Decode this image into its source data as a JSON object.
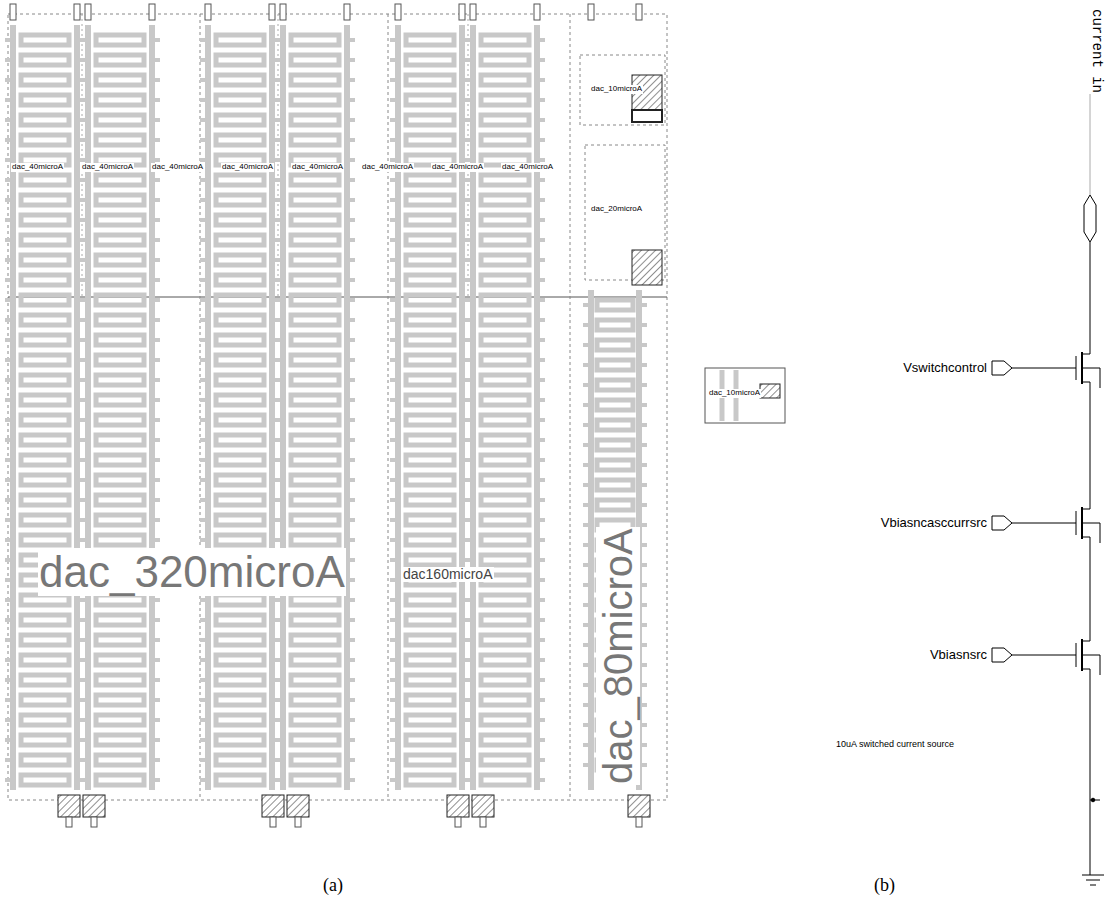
{
  "diagram": {
    "caption": "",
    "labels": [
      "dac_40microA",
      "dac_40microA",
      "dac_40microA",
      "dac_40microA",
      "dac_40microA",
      "dac_40microA",
      "dac_40microA",
      "dac_40microA",
      "dac_10microA",
      "dac_20microA",
      "dac_320microA",
      "dac160microA",
      "dac_80microA",
      "dac_10microA",
      "current in",
      "Vswitchcontrol",
      "Vbiasncasccurrsrc",
      "Vbiasnsrc",
      "10uA switched current source",
      "(a)",
      "(b)"
    ]
  }
}
